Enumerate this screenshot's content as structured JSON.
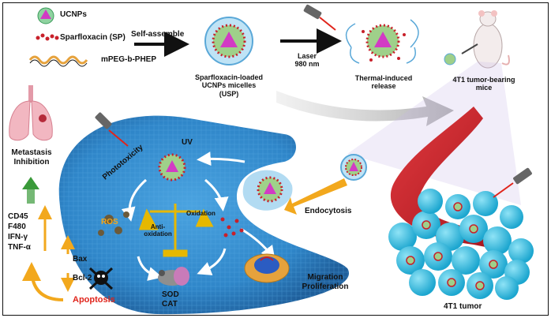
{
  "legend": {
    "ucnps": "UCNPs",
    "sparfloxacin": "Sparfloxacin (SP)",
    "polymer": "mPEG-b-PHEP"
  },
  "flow": {
    "self_assemble": "Self-assemble",
    "usp_line1": "Sparfloxacin-loaded",
    "usp_line2": "UCNPs micelles",
    "usp_line3": "(USP)",
    "laser_line1": "Laser",
    "laser_line2": "980 nm",
    "release_line1": "Thermal-induced",
    "release_line2": "release",
    "mice_line1": "4T1 tumor-bearing",
    "mice_line2": "mice"
  },
  "left_panel": {
    "metastasis_line1": "Metastasis",
    "metastasis_line2": "Inhibition",
    "markers": [
      "CD45",
      "F480",
      "IFN-γ",
      "TNF-α"
    ]
  },
  "cell": {
    "uv": "UV",
    "phototoxicity": "Phototoxicity",
    "ros": "ROS",
    "anti_oxidation_line1": "Anti-",
    "anti_oxidation_line2": "oxidation",
    "oxidation": "Oxidation",
    "endocytosis": "Endocytosis",
    "bax": "Bax",
    "bcl2": "Bcl-2",
    "apoptosis": "Apoptosis",
    "sod": "SOD",
    "cat": "CAT",
    "migration": "Migration",
    "proliferation": "Proliferation"
  },
  "tumor": {
    "label": "4T1 tumor"
  },
  "colors": {
    "cell_blue": "#2f86c9",
    "vessel_red": "#c8202a",
    "tumor_cyan": "#2ec4e8",
    "up_arrow_orange": "#f2a81d",
    "apoptosis_red": "#e0241b",
    "metastasis_green": "#3a9a3a"
  }
}
